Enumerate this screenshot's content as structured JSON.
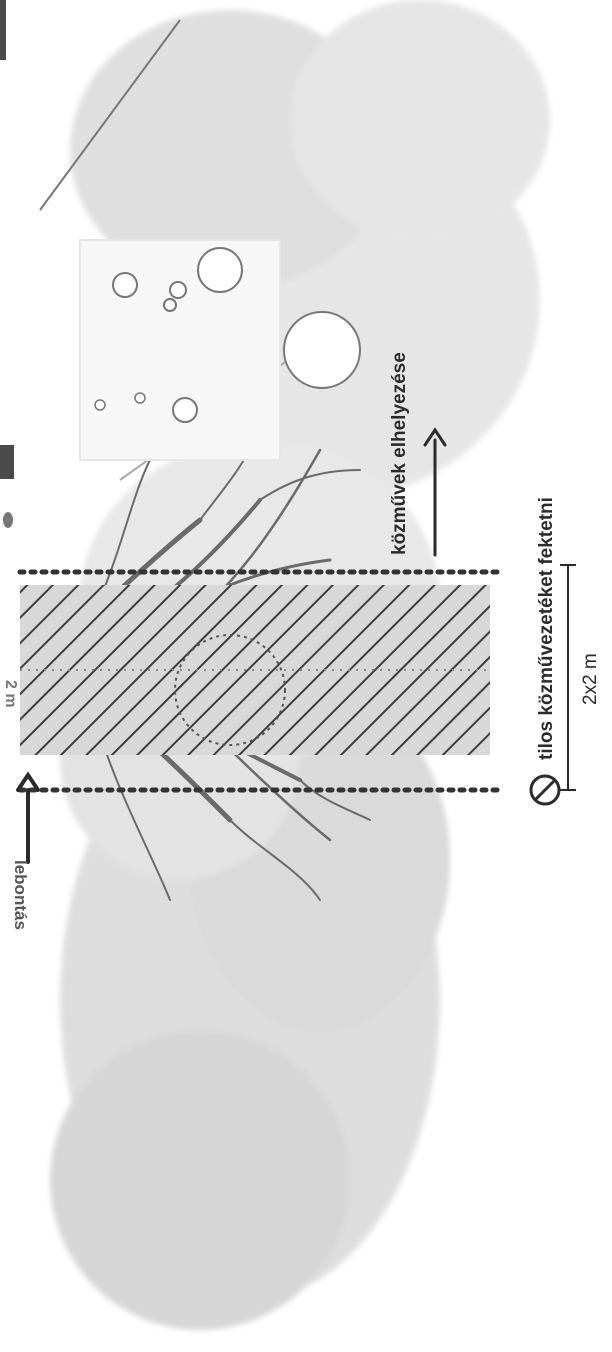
{
  "diagram": {
    "labels": {
      "top_left_label": "lebontás",
      "center_label_fragment": "2 m",
      "utilities_placement": "közművek elhelyezése",
      "prohibited_utilities": "tilos közművezetéket fektetni",
      "dimension": "2x2 m"
    },
    "icons": {
      "prohibited": "prohibited-icon",
      "arrow_down": "arrow-down-icon",
      "arrow_up": "arrow-up-icon"
    },
    "colors": {
      "ink": "#2b2b2b",
      "root_dark": "#6a6a6a",
      "foliage": "#c9c9c9",
      "hatch": "#3d3d3d",
      "paper": "#ffffff",
      "dark_tab": "#4a4a4a"
    }
  }
}
